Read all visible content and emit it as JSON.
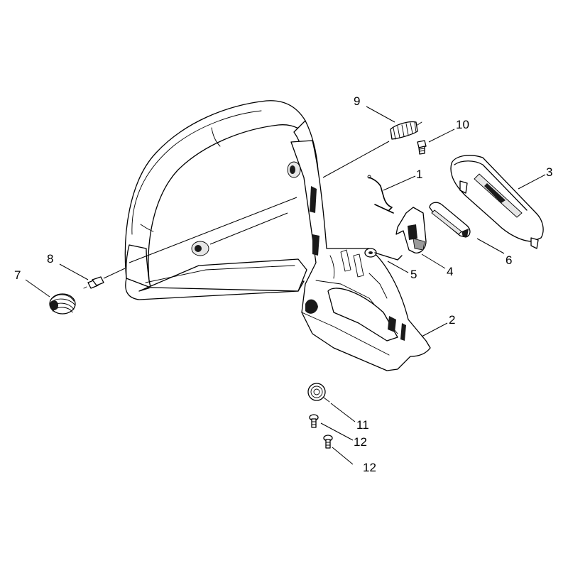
{
  "diagram": {
    "callouts": [
      {
        "id": "1",
        "label": "1"
      },
      {
        "id": "2",
        "label": "2"
      },
      {
        "id": "3",
        "label": "3"
      },
      {
        "id": "4",
        "label": "4"
      },
      {
        "id": "5",
        "label": "5"
      },
      {
        "id": "6",
        "label": "6"
      },
      {
        "id": "7",
        "label": "7"
      },
      {
        "id": "8",
        "label": "8"
      },
      {
        "id": "9",
        "label": "9"
      },
      {
        "id": "10",
        "label": "10"
      },
      {
        "id": "11",
        "label": "11"
      },
      {
        "id": "12a",
        "label": "12"
      },
      {
        "id": "12b",
        "label": "12"
      }
    ]
  }
}
